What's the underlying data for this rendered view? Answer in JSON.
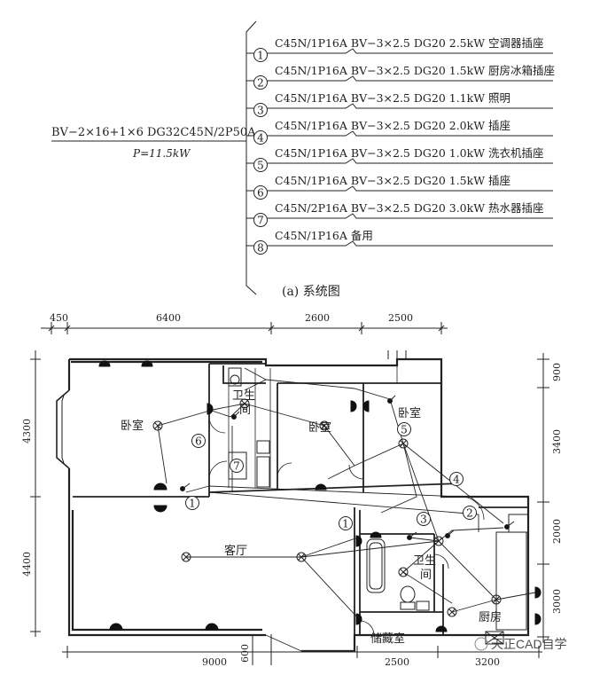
{
  "system": {
    "main_cable": "BV−2×16+1×6  DG32C45N/2P50A",
    "power": "P=11.5kW",
    "caption": "(a) 系统图",
    "circuits": [
      {
        "no": "1",
        "spec": "C45N/1P16A BV−3×2.5 DG20 2.5kW 空调器插座"
      },
      {
        "no": "2",
        "spec": "C45N/1P16A BV−3×2.5 DG20 1.5kW 厨房冰箱插座"
      },
      {
        "no": "3",
        "spec": "C45N/1P16A BV−3×2.5 DG20 1.1kW 照明"
      },
      {
        "no": "4",
        "spec": "C45N/1P16A BV−3×2.5 DG20 2.0kW 插座"
      },
      {
        "no": "5",
        "spec": "C45N/1P16A BV−3×2.5 DG20 1.0kW 洗衣机插座"
      },
      {
        "no": "6",
        "spec": "C45N/1P16A BV−3×2.5 DG20 1.5kW 插座"
      },
      {
        "no": "7",
        "spec": "C45N/2P16A BV−3×2.5 DG20 3.0kW 热水器插座"
      },
      {
        "no": "8",
        "spec": "C45N/1P16A  备用"
      }
    ]
  },
  "plan": {
    "dims_top": [
      "450",
      "6400",
      "2600",
      "2500"
    ],
    "dims_left": [
      "4300",
      "4400"
    ],
    "dims_right": [
      "900",
      "3400",
      "2000",
      "3000"
    ],
    "dims_bottom": [
      "9000",
      "600",
      "2500",
      "3200"
    ],
    "rooms": {
      "bedroom1": "卧室",
      "bedroom2": "卧室",
      "bedroom3": "卧室",
      "living": "客厅",
      "kitchen": "厨房",
      "storage": "储藏室",
      "bath1_a": "卫生",
      "bath1_b": "间",
      "bath2_a": "卫生",
      "bath2_b": "间"
    },
    "circuit_marks": [
      "1",
      "2",
      "3",
      "4",
      "5",
      "6",
      "7",
      "1"
    ],
    "watermark": "天正CAD自学"
  }
}
